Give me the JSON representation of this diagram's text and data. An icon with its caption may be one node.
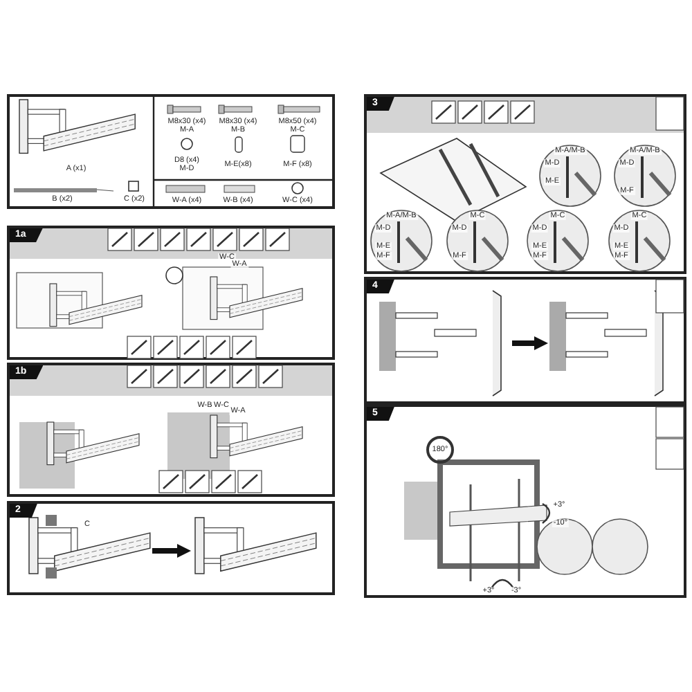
{
  "diagram": {
    "nodes": [
      {
        "text": [],
        "shape": "box"
      },
      {
        "text": [
          "1a"
        ]
      },
      {
        "text": [
          "1b"
        ]
      },
      {
        "text": [
          "2"
        ]
      },
      {
        "text": [],
        "shape": "picture",
        "in": 3
      },
      {
        "text": [],
        "shape": "picture",
        "in": 3
      },
      {
        "text": [
          "3"
        ]
      },
      {
        "text": [
          "4"
        ]
      },
      {
        "text": [],
        "shape": "picture",
        "in": 7
      },
      {
        "text": [],
        "shape": "picture",
        "in": 7
      },
      {
        "text": [
          "5"
        ]
      }
    ],
    "edges": [
      {
        "from": 4,
        "to": 5,
        "arrow": "to"
      },
      {
        "from": 8,
        "to": 9,
        "arrow": "to"
      }
    ],
    "labels": [
      "A (x1)",
      "B (x2)",
      "C (x2)",
      "M8x30 (x4)",
      "M-A",
      "M8x30 (x4)",
      "M-B",
      "M8x50 (x4)",
      "M-C",
      "D8 (x4)",
      "M-D",
      "M-E(x8)",
      "M-F (x8)",
      "W-A (x4)",
      "W-B (x4)",
      "W-C (x4)",
      "W-C",
      "W-A",
      "W-B",
      "W-C",
      "W-A",
      "C",
      "M-A/M-B",
      "M-D",
      "M-E",
      "M-A/M-B",
      "M-D",
      "M-F",
      "M-A/M-B",
      "M-D",
      "M-E",
      "M-F",
      "M-C",
      "M-D",
      "M-F",
      "M-C",
      "M-D",
      "M-E",
      "M-F",
      "M-C",
      "M-D",
      "M-E",
      "M-F",
      "180°",
      "+3°",
      "-10°",
      "+3°",
      "-3°"
    ]
  }
}
